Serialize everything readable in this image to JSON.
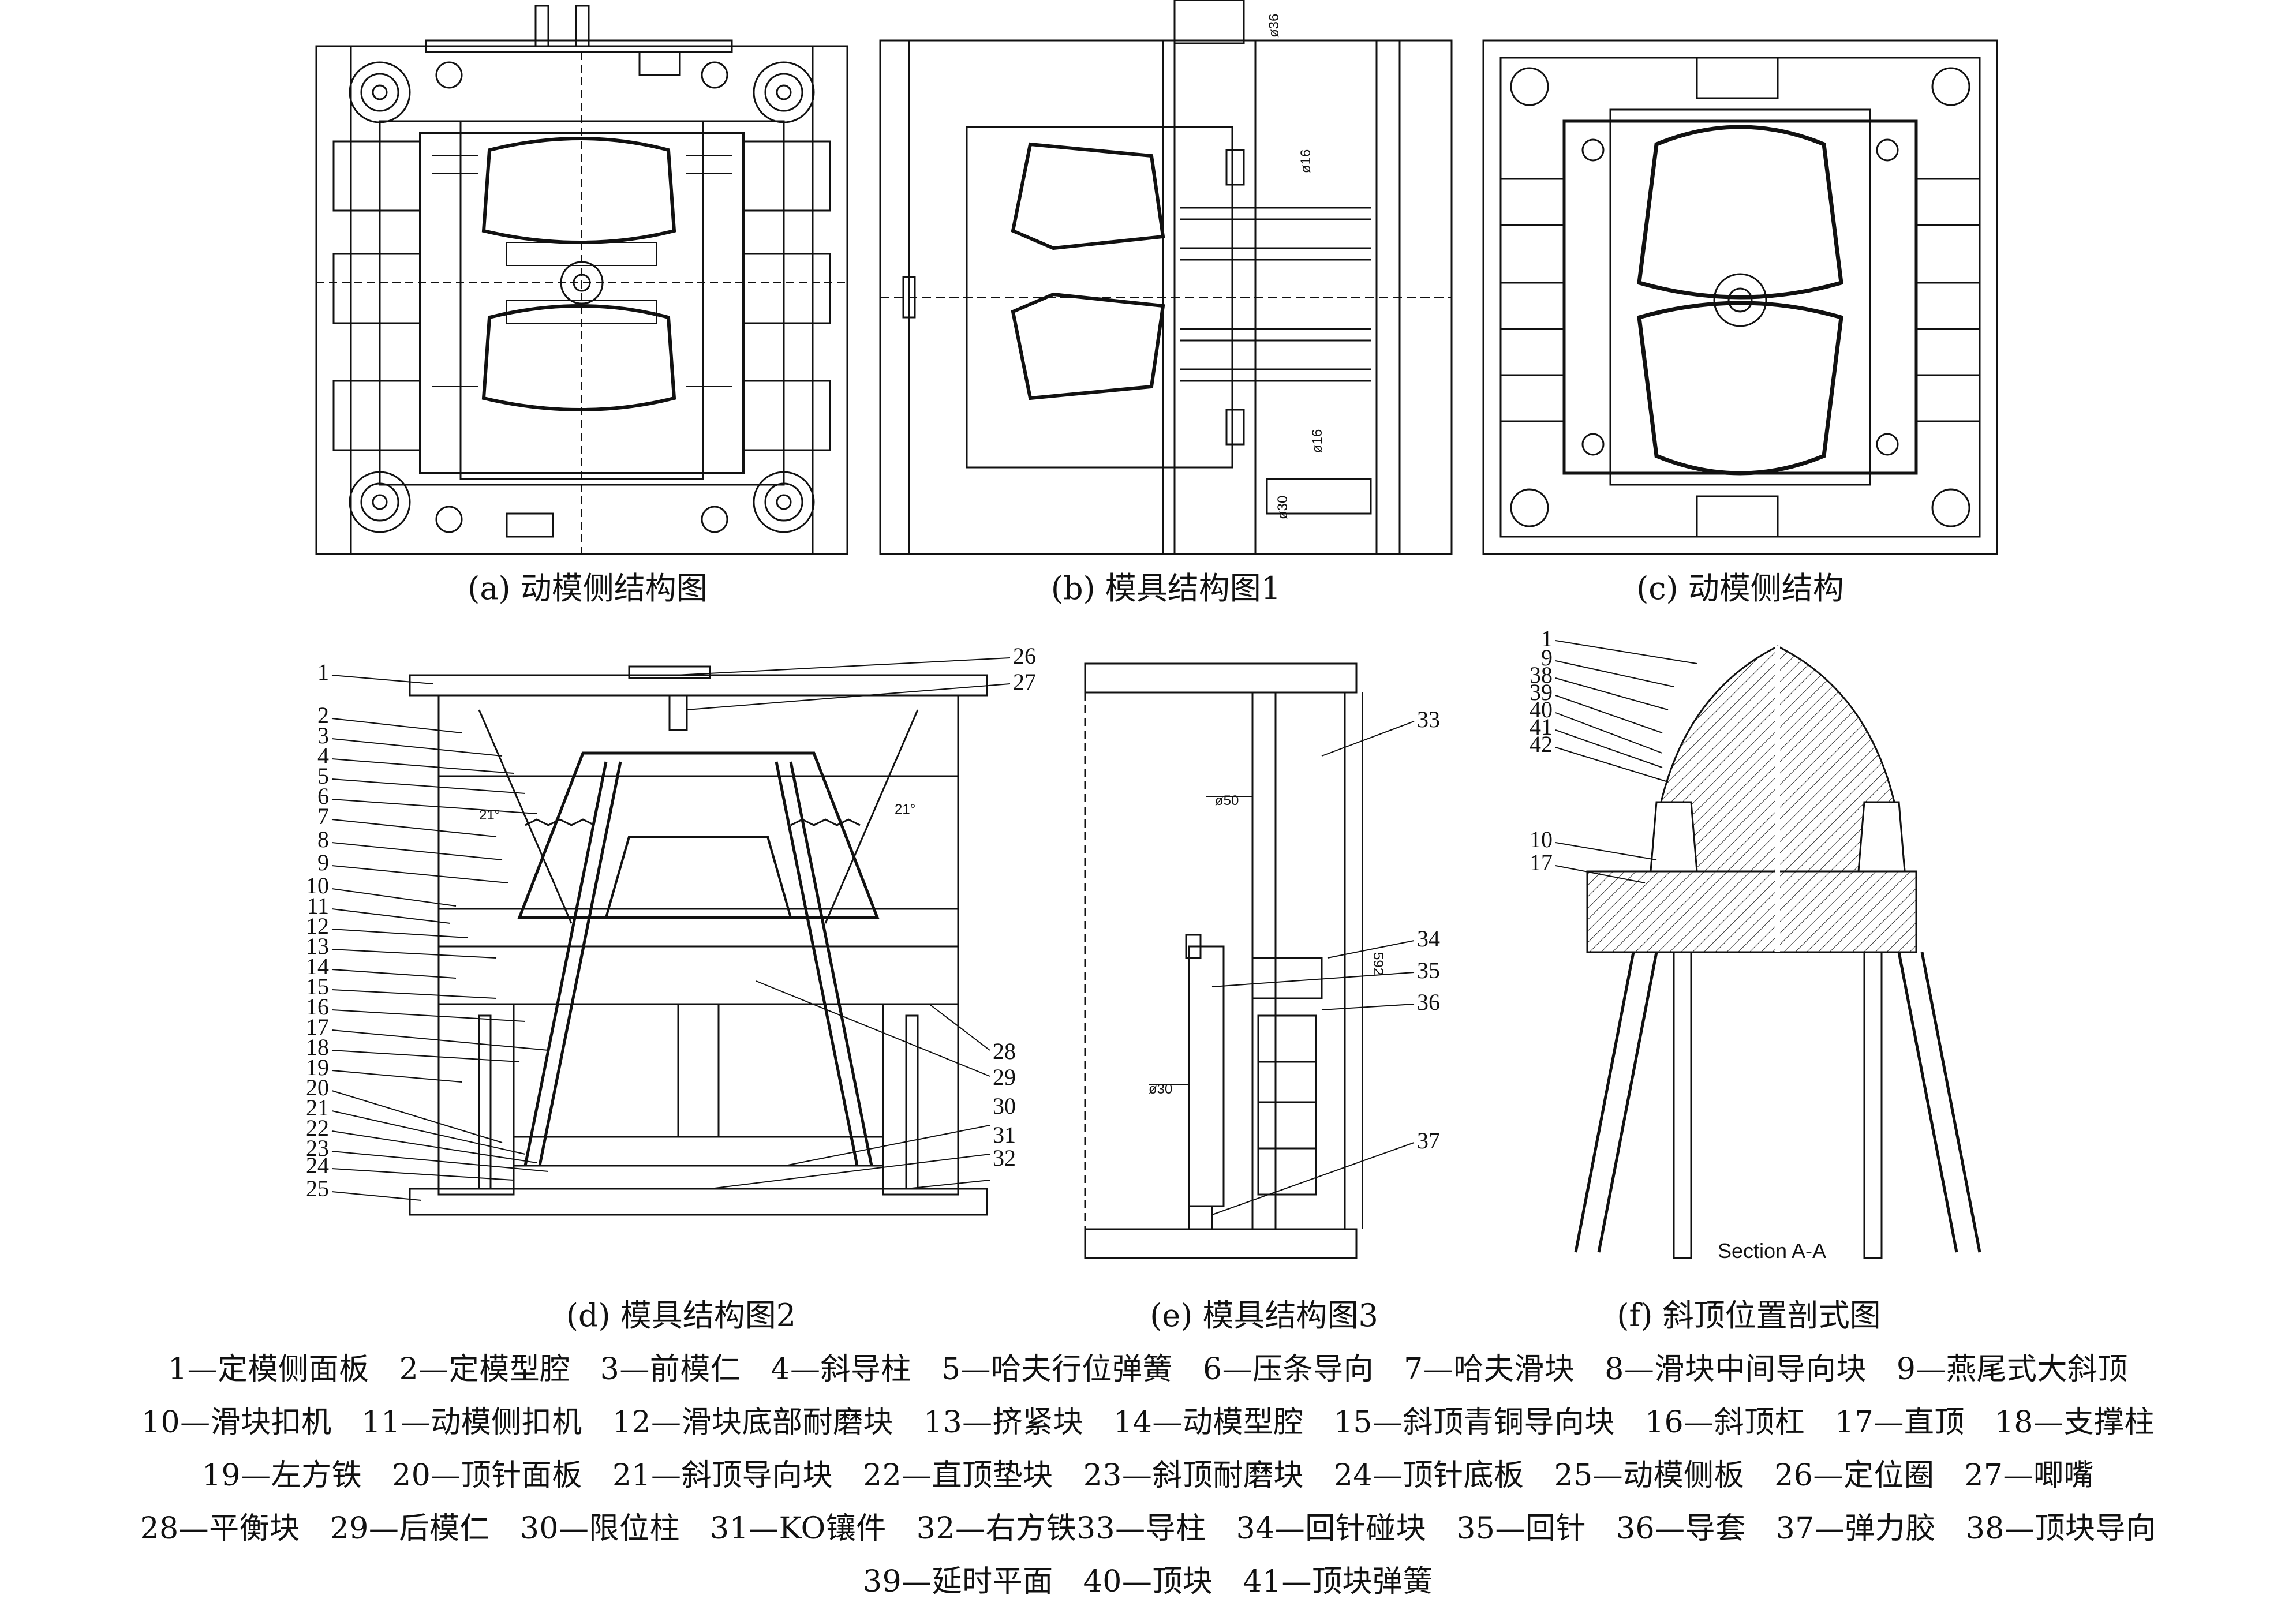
{
  "captions": {
    "a": "(a) 动模侧结构图",
    "b": "(b) 模具结构图1",
    "c": "(c) 动模侧结构",
    "d": "(d) 模具结构图2",
    "e": "(e) 模具结构图3",
    "f": "(f) 斜顶位置剖式图"
  },
  "dimensions": {
    "b_phi16_top": "ø16",
    "b_phi16_bottom": "ø16",
    "b_phi30": "ø30",
    "b_phi36": "ø36",
    "e_phi50": "ø50",
    "e_592": "592",
    "e_phi30": "ø30"
  },
  "section_label": "Section A-A",
  "callouts_d_left": [
    "1",
    "2",
    "3",
    "4",
    "5",
    "6",
    "7",
    "8",
    "9",
    "10",
    "11",
    "12",
    "13",
    "14",
    "15",
    "16",
    "17",
    "18",
    "19",
    "20",
    "21",
    "22",
    "23",
    "24",
    "25"
  ],
  "callouts_d_right": [
    "26",
    "27",
    "28",
    "29",
    "30",
    "31",
    "32"
  ],
  "angles_d": [
    "21°",
    "21°"
  ],
  "callouts_e": [
    "33",
    "34",
    "35",
    "36",
    "37"
  ],
  "callouts_f": [
    "1",
    "9",
    "38",
    "39",
    "40",
    "41",
    "42",
    "10",
    "17"
  ],
  "legend_lines": [
    [
      "1—定模侧面板",
      "2—定模型腔",
      "3—前模仁",
      "4—斜导柱",
      "5—哈夫行位弹簧",
      "6—压条导向",
      "7—哈夫滑块",
      "8—滑块中间导向块",
      "9—燕尾式大斜顶"
    ],
    [
      "10—滑块扣机",
      "11—动模侧扣机",
      "12—滑块底部耐磨块",
      "13—挤紧块",
      "14—动模型腔",
      "15—斜顶青铜导向块",
      "16—斜顶杠",
      "17—直顶",
      "18—支撑柱"
    ],
    [
      "19—左方铁",
      "20—顶针面板",
      "21—斜顶导向块",
      "22—直顶垫块",
      "23—斜顶耐磨块",
      "24—顶针底板",
      "25—动模侧板",
      "26—定位圈",
      "27—唧嘴"
    ],
    [
      "28—平衡块",
      "29—后模仁",
      "30—限位柱",
      "31—KO镶件",
      "32—右方铁33—导柱",
      "34—回针碰块",
      "35—回针",
      "36—导套",
      "37—弹力胶",
      "38—顶块导向"
    ],
    [
      "39—延时平面",
      "40—顶块",
      "41—顶块弹簧"
    ]
  ]
}
